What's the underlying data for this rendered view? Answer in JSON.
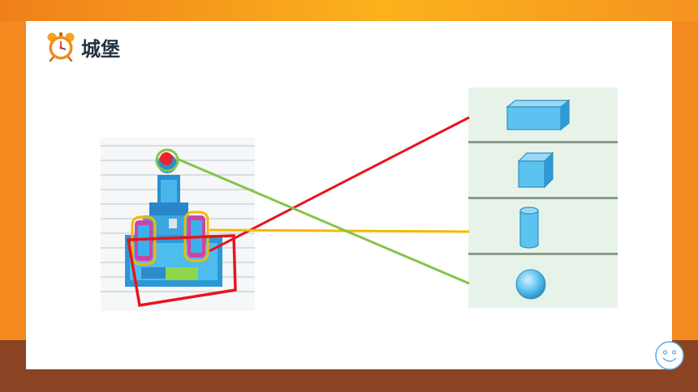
{
  "slide": {
    "title": "城堡",
    "title_icon": "alarm-clock-icon"
  },
  "colors": {
    "frame_orange": "#f4891f",
    "bottom_brown": "#8a4424",
    "title_text": "#243342",
    "panel_bg": "#e7f3e8",
    "shape_blue": "#5cc3f0",
    "line_red": "#e8141c",
    "line_yellow": "#f5b800",
    "line_green": "#86c34a"
  },
  "castle_photo": {
    "icon": "toy-castle-photo",
    "highlights": [
      {
        "name": "red-roof-ball",
        "outline": "green",
        "matches": "sphere"
      },
      {
        "name": "side-towers",
        "outline": "yellow",
        "matches": "cylinder"
      },
      {
        "name": "base-block",
        "outline": "red",
        "matches": "cuboid"
      }
    ]
  },
  "shapes": [
    {
      "name": "cuboid",
      "icon": "cuboid-icon"
    },
    {
      "name": "cube",
      "icon": "cube-icon"
    },
    {
      "name": "cylinder",
      "icon": "cylinder-icon"
    },
    {
      "name": "sphere",
      "icon": "sphere-icon"
    }
  ],
  "footer": {
    "icon": "smiley-icon"
  }
}
